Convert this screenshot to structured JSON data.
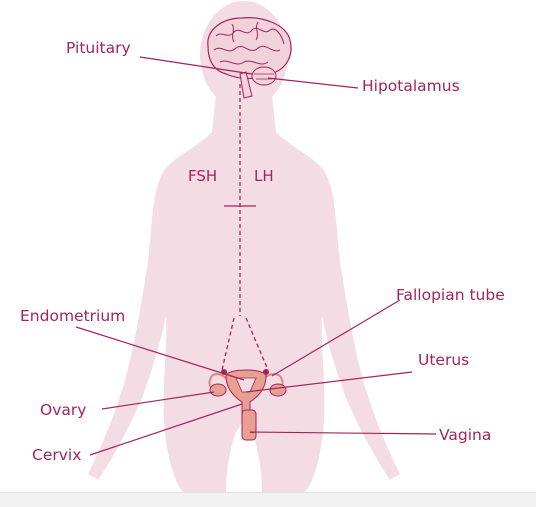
{
  "colors": {
    "accent": "#a3245d",
    "silhouette": "#f4dce4",
    "organ": "#e8a090",
    "brain": "#f0d2da"
  },
  "labels": {
    "pituitary": "Pituitary",
    "hipotalamus": "Hipotalamus",
    "fsh": "FSH",
    "lh": "LH",
    "endometrium": "Endometrium",
    "fallopian_tube": "Fallopian tube",
    "uterus": "Uterus",
    "ovary": "Ovary",
    "vagina": "Vagina",
    "cervix": "Cervix"
  }
}
